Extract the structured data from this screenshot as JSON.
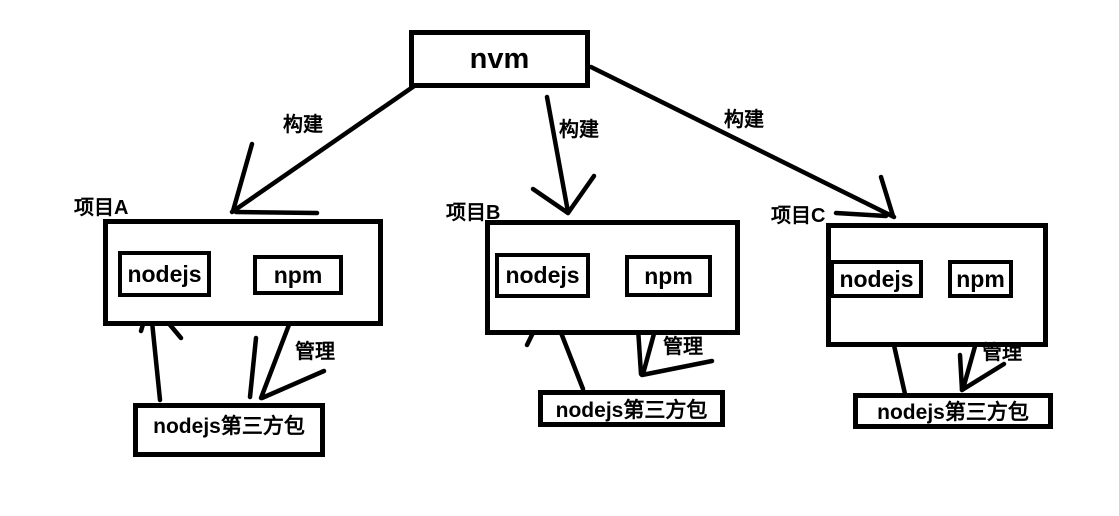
{
  "diagram": {
    "root_label": "nvm",
    "edges": {
      "build": "构建",
      "manage": "管理"
    },
    "projects": [
      {
        "label": "项目A",
        "runtime": "nodejs",
        "manager": "npm",
        "package": "nodejs第三方包"
      },
      {
        "label": "项目B",
        "runtime": "nodejs",
        "manager": "npm",
        "package": "nodejs第三方包"
      },
      {
        "label": "项目C",
        "runtime": "nodejs",
        "manager": "npm",
        "package": "nodejs第三方包"
      }
    ],
    "colors": {
      "stroke": "#000000",
      "background": "#ffffff"
    }
  }
}
